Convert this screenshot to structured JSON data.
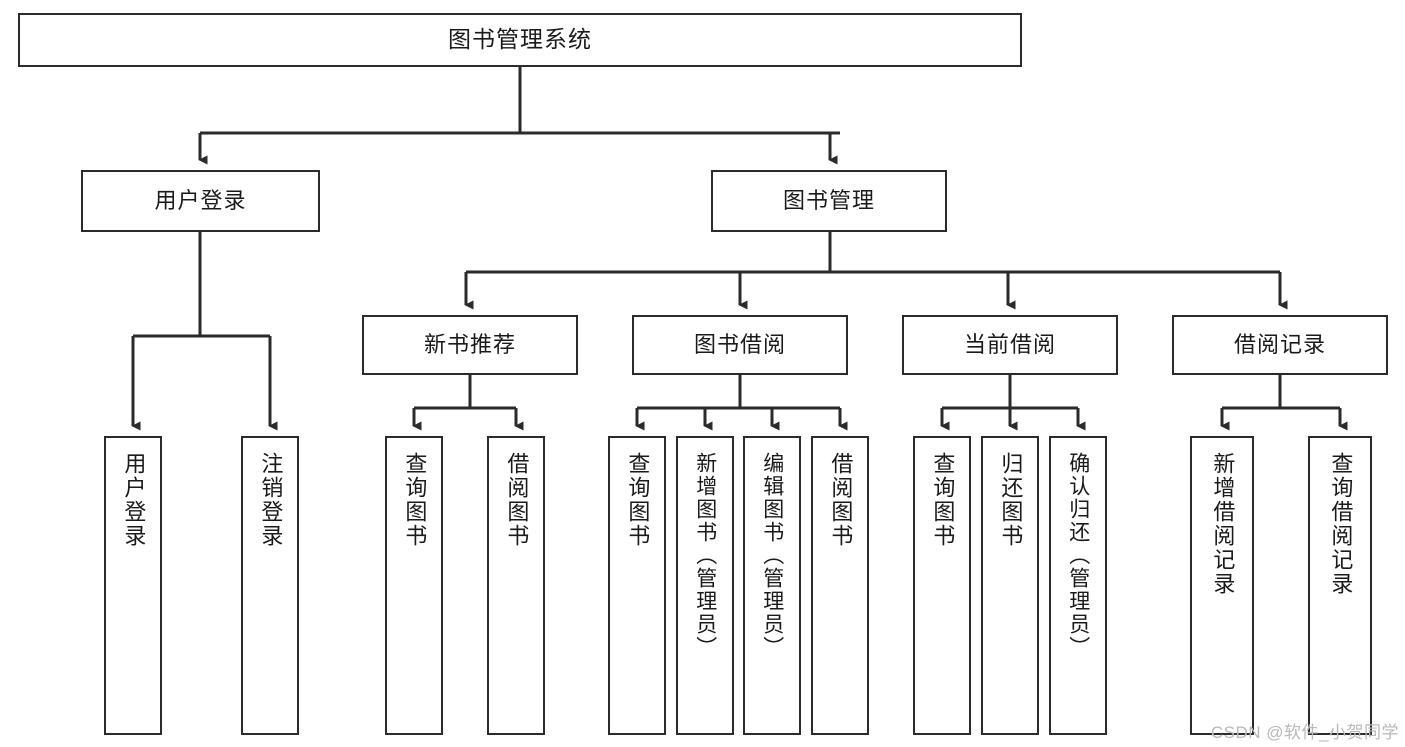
{
  "diagram": {
    "type": "tree",
    "title": "图书管理系统",
    "colors": {
      "box_border": "#2b2b2b",
      "box_fill": "#ffffff",
      "edge": "#2b2b2b",
      "text": "#1a1a1a",
      "watermark": "#b9b9b9"
    },
    "root": {
      "label": "图书管理系统"
    },
    "level2": [
      {
        "id": "user-login",
        "label": "用户登录"
      },
      {
        "id": "book-management",
        "label": "图书管理"
      }
    ],
    "level3": [
      {
        "id": "new-book-recommend",
        "label": "新书推荐"
      },
      {
        "id": "book-borrow",
        "label": "图书借阅"
      },
      {
        "id": "current-borrow",
        "label": "当前借阅"
      },
      {
        "id": "borrow-record",
        "label": "借阅记录"
      }
    ],
    "leaves": {
      "user-login": [
        {
          "id": "leaf-user-login",
          "label": "用户登录"
        },
        {
          "id": "leaf-user-logout",
          "label": "注销登录"
        }
      ],
      "new-book-recommend": [
        {
          "id": "leaf-query-book-1",
          "label": "查询图书"
        },
        {
          "id": "leaf-borrow-book-1",
          "label": "借阅图书"
        }
      ],
      "book-borrow": [
        {
          "id": "leaf-query-book-2",
          "label": "查询图书"
        },
        {
          "id": "leaf-add-book",
          "label": "新增图书（管理员）"
        },
        {
          "id": "leaf-edit-book",
          "label": "编辑图书（管理员）"
        },
        {
          "id": "leaf-borrow-book-2",
          "label": "借阅图书"
        }
      ],
      "current-borrow": [
        {
          "id": "leaf-query-book-3",
          "label": "查询图书"
        },
        {
          "id": "leaf-return-book",
          "label": "归还图书"
        },
        {
          "id": "leaf-confirm-return",
          "label": "确认归还（管理员）"
        }
      ],
      "borrow-record": [
        {
          "id": "leaf-add-record",
          "label": "新增借阅记录"
        },
        {
          "id": "leaf-query-record",
          "label": "查询借阅记录"
        }
      ]
    }
  },
  "watermark": {
    "text": "CSDN @软件_小贺同学"
  }
}
